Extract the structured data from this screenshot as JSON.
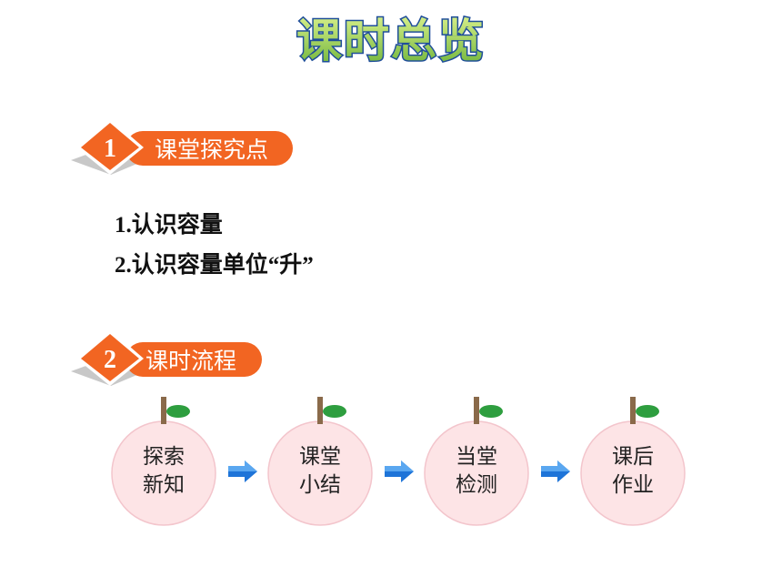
{
  "title": "课时总览",
  "sections": [
    {
      "number": "1",
      "label": "课堂探究点"
    },
    {
      "number": "2",
      "label": "课时流程"
    }
  ],
  "points": [
    "1.认识容量",
    "2.认识容量单位“升”"
  ],
  "flow": [
    {
      "line1": "探索",
      "line2": "新知"
    },
    {
      "line1": "课堂",
      "line2": "小结"
    },
    {
      "line1": "当堂",
      "line2": "检测"
    },
    {
      "line1": "课后",
      "line2": "作业"
    }
  ],
  "colors": {
    "accent": "#f26522",
    "title_fill": "#8dc63f",
    "title_outline": "#1f4e9a",
    "apple_fill": "#fde4e6",
    "leaf": "#2e9e3f",
    "arrow": "#1e74d8"
  }
}
